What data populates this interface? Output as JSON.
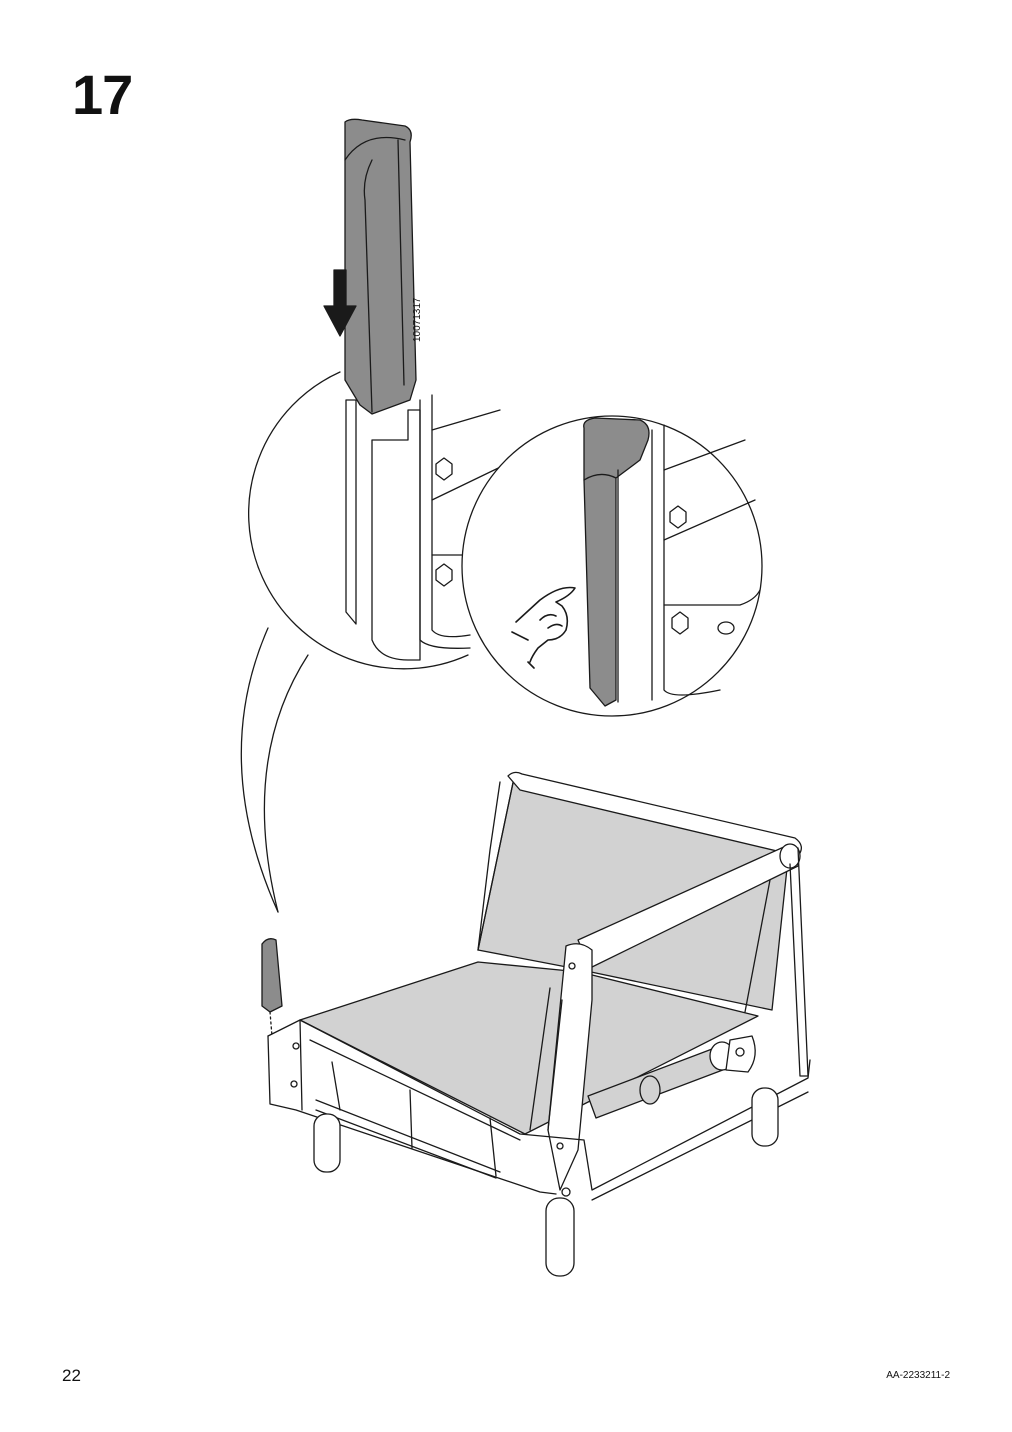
{
  "step": {
    "number": "17"
  },
  "part": {
    "code": "10071317"
  },
  "footer": {
    "page_number": "22",
    "document_code": "AA-2233211-2"
  },
  "colors": {
    "part_fill": "#8c8c8c",
    "fabric_fill": "#d2d2d2",
    "line": "#1a1a1a"
  },
  "icons": [
    "down-arrow-icon",
    "press-hand-icon"
  ]
}
